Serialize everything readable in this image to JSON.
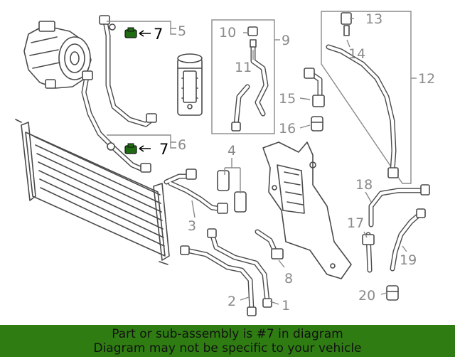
{
  "diagram": {
    "callouts": {
      "c1": "1",
      "c2": "2",
      "c3": "3",
      "c4": "4",
      "c5": "5",
      "c6": "6",
      "c7a": "7",
      "c7b": "7",
      "c8": "8",
      "c9": "9",
      "c10": "10",
      "c11": "11",
      "c12": "12",
      "c13": "13",
      "c14": "14",
      "c15": "15",
      "c16": "16",
      "c17": "17",
      "c18": "18",
      "c19": "19",
      "c20": "20"
    },
    "highlight_color": "#1e6b12"
  },
  "banner": {
    "line1": "Part or sub-assembly is #7 in diagram",
    "line2": "Diagram may not be specific to your vehicle",
    "background": "#2f7d12"
  }
}
